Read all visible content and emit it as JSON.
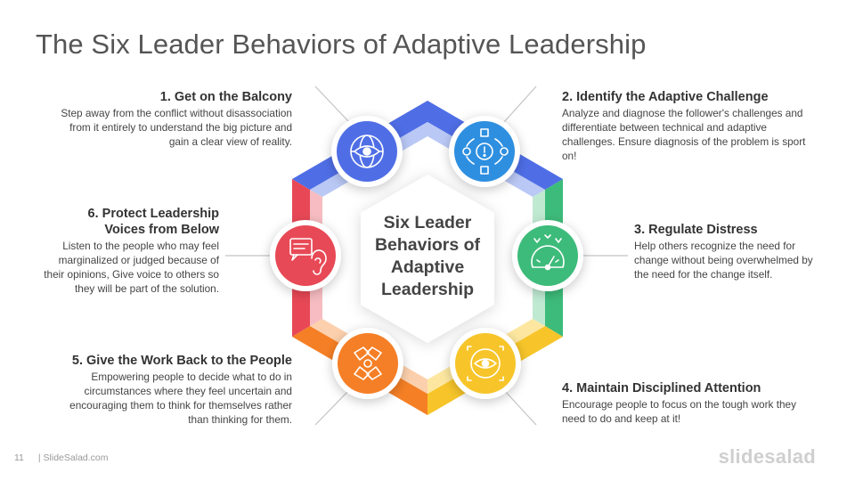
{
  "title": "The Six Leader Behaviors of Adaptive Leadership",
  "center": {
    "line1": "Six Leader",
    "line2": "Behaviors of",
    "line3": "Adaptive",
    "line4": "Leadership"
  },
  "items": [
    {
      "heading": "1. Get on the Balcony",
      "body": "Step away from the conflict without disassociation  from it entirely to understand the big picture and gain a clear view of reality.",
      "color": "#4f6ee6",
      "icon": "eye-globe-icon"
    },
    {
      "heading": "2. Identify the Adaptive Challenge",
      "body": "Analyze and diagnose the follower's challenges and differentiate between technical and adaptive challenges. Ensure diagnosis of the problem is sport on!",
      "color": "#2f8fe0",
      "icon": "exclamation-network-icon"
    },
    {
      "heading": "3. Regulate Distress",
      "body": "Help others recognize the need for change without being overwhelmed by the need for the change itself.",
      "color": "#3dbb7a",
      "icon": "stress-gauge-icon"
    },
    {
      "heading": "4. Maintain Disciplined  Attention",
      "body": "Encourage people to focus on the tough work they need to do and keep at it!",
      "color": "#f7c52a",
      "icon": "focus-eye-icon"
    },
    {
      "heading": "5. Give the Work Back to the People",
      "body": "Empowering people to decide what to do in circumstances where they feel uncertain and encouraging  them to think for themselves rather than thinking for them.",
      "color": "#f57f25",
      "icon": "handshake-icon"
    },
    {
      "heading": "6. Protect Leadership Voices from Below",
      "body": "Listen to the people who may feel marginalized  or judged because of their opinions, Give voice to others so they will be part of the solution.",
      "color": "#e84856",
      "icon": "listening-ear-icon"
    }
  ],
  "item6_heading_line1": "6. Protect Leadership",
  "item6_heading_line2": "Voices from Below",
  "footer": {
    "page": "11",
    "source": "| SlideSalad.com"
  },
  "brand": "slidesalad"
}
